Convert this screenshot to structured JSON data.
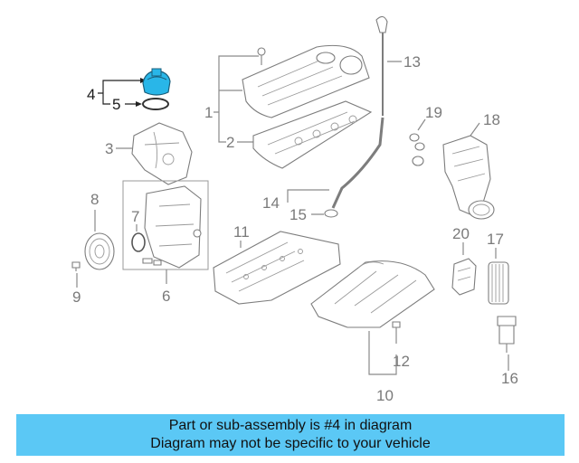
{
  "highlight_color": "#29b6e8",
  "banner_color": "#5bc8f5",
  "callouts": {
    "c1": "1",
    "c2": "2",
    "c3": "3",
    "c4": "4",
    "c5": "5",
    "c6": "6",
    "c7": "7",
    "c8": "8",
    "c9": "9",
    "c10": "10",
    "c11": "11",
    "c12": "12",
    "c13": "13",
    "c14": "14",
    "c15": "15",
    "c16": "16",
    "c17": "17",
    "c18": "18",
    "c19": "19",
    "c20": "20"
  },
  "banner": {
    "line1": "Part or sub-assembly is #4 in diagram",
    "line2": "Diagram may not be specific to your vehicle"
  }
}
